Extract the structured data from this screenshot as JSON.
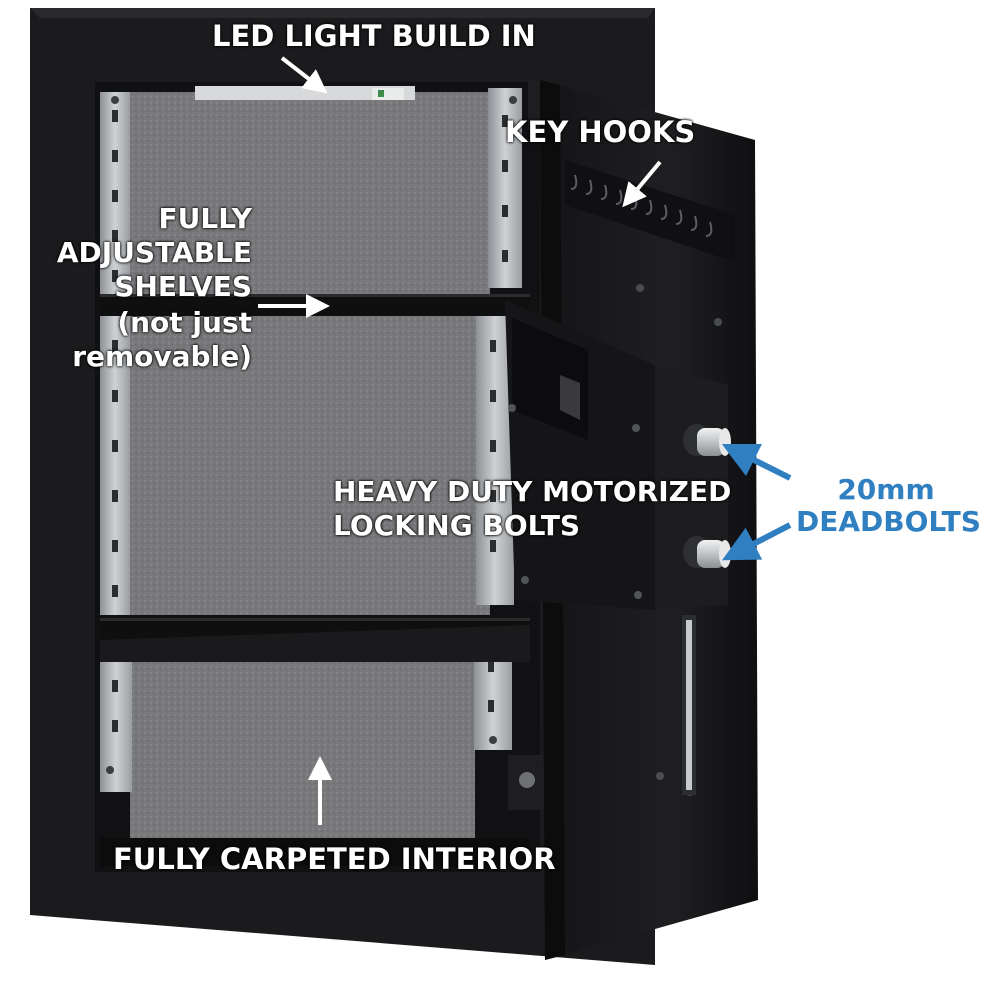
{
  "labels": {
    "led_light": "LED LIGHT BUILD IN",
    "key_hooks": "KEY HOOKS",
    "shelves": [
      "FULLY",
      "ADJUSTABLE",
      "SHELVES",
      "(not just",
      "removable)"
    ],
    "locking_bolts": [
      "HEAVY DUTY MOTORIZED",
      "LOCKING BOLTS"
    ],
    "deadbolts": [
      "20mm",
      "DEADBOLTS"
    ],
    "carpeted": "FULLY CARPETED INTERIOR"
  },
  "colors": {
    "background": "#ffffff",
    "safe_body": "#1b1b1d",
    "carpet": "#7a7a7d",
    "rail": "#b9bcbf",
    "label_text": "#ffffff",
    "deadbolt_label": "#2f7fc1",
    "deadbolt_arrow": "#2f7fc1"
  }
}
